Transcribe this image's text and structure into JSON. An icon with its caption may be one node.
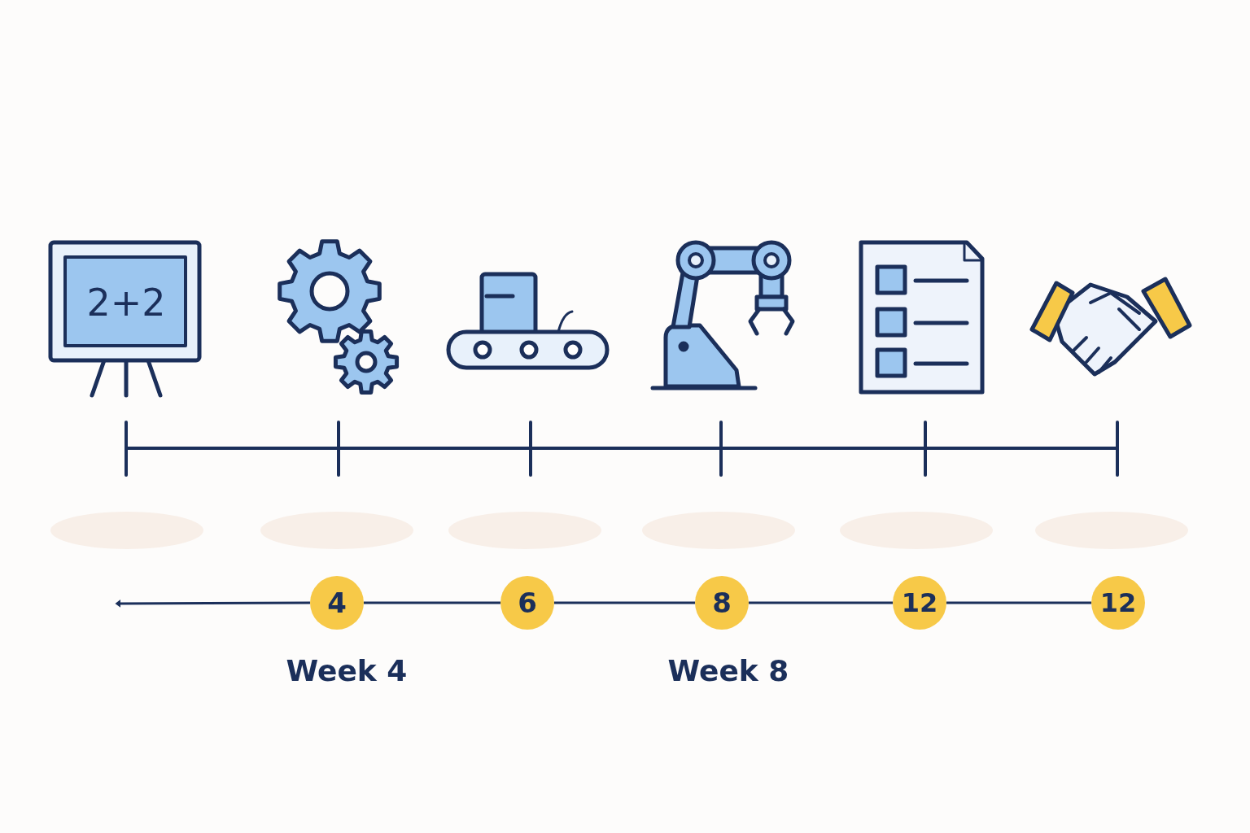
{
  "diagram": {
    "nodes": [
      {
        "text": [
          "4"
        ]
      },
      {
        "text": [
          "6"
        ]
      },
      {
        "text": [
          "8"
        ]
      },
      {
        "text": [
          "12"
        ]
      },
      {
        "text": [
          "12"
        ]
      }
    ],
    "edges": [
      {
        "from": 0,
        "to": null,
        "arrow": "to"
      },
      {
        "from": 0,
        "to": 1,
        "arrow": "none"
      },
      {
        "from": 1,
        "to": 2,
        "arrow": "none"
      },
      {
        "from": 2,
        "to": 3,
        "arrow": "none"
      },
      {
        "from": 3,
        "to": 4,
        "arrow": "none"
      }
    ],
    "labels": [
      "2+2",
      "Week 4",
      "Week 8"
    ]
  }
}
